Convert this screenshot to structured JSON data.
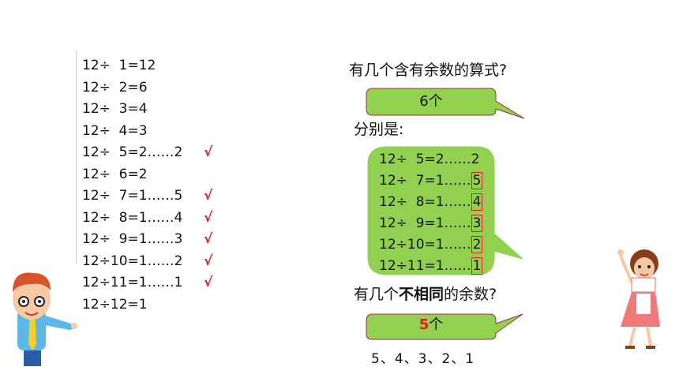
{
  "equations": [
    {
      "text": "12÷  1=12",
      "check": ""
    },
    {
      "text": "12÷  2=6",
      "check": ""
    },
    {
      "text": "12÷  3=4",
      "check": ""
    },
    {
      "text": "12÷  4=3",
      "check": ""
    },
    {
      "text": "12÷  5=2……2",
      "check": "√"
    },
    {
      "text": "12÷  6=2",
      "check": ""
    },
    {
      "text": "12÷  7=1……5",
      "check": "√"
    },
    {
      "text": "12÷  8=1……4",
      "check": "√"
    },
    {
      "text": "12÷  9=1……3",
      "check": "√"
    },
    {
      "text": "12÷10=1……2",
      "check": "√"
    },
    {
      "text": "12÷11=1……1",
      "check": "√"
    },
    {
      "text": "12÷12=1",
      "check": ""
    }
  ],
  "question1": "有几个含有余数的算式?",
  "answer1": "6个",
  "list_label": "分别是:",
  "remainder_equations": [
    {
      "text": "12÷  5=2……",
      "rem": "2",
      "boxed": false
    },
    {
      "text": "12÷  7=1……",
      "rem": "5",
      "boxed": true
    },
    {
      "text": "12÷  8=1……",
      "rem": "4",
      "boxed": true
    },
    {
      "text": "12÷  9=1……",
      "rem": "3",
      "boxed": true
    },
    {
      "text": "12÷10=1……",
      "rem": "2",
      "boxed": true
    },
    {
      "text": "12÷11=1……",
      "rem": "1",
      "boxed": true
    }
  ],
  "question2": {
    "pre": "有几个",
    "bold": "不相同",
    "post": "的余数?"
  },
  "answer2": {
    "number": "5",
    "unit": "个"
  },
  "final_answer": "5、4、3、2、1",
  "colors": {
    "bubble": "#92d050",
    "bubble_border": "#a03040",
    "highlight": "#e02020"
  }
}
